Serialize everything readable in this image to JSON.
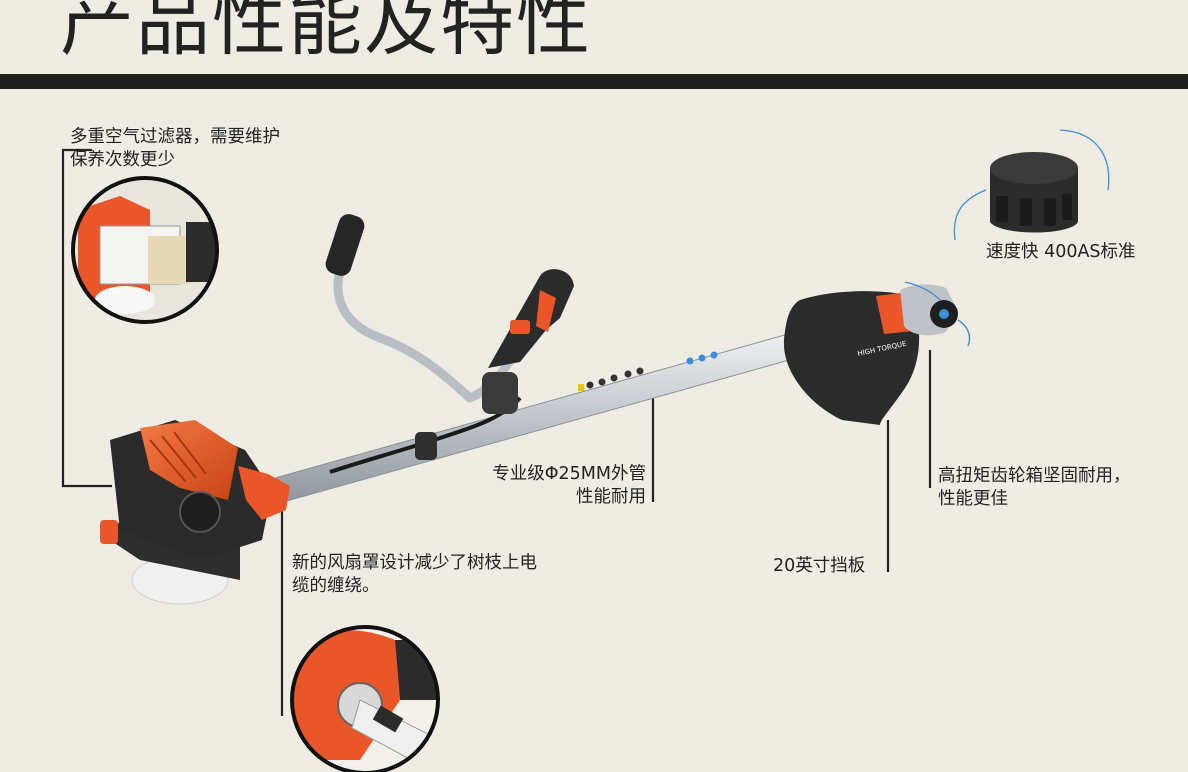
{
  "title": "产品性能及特性",
  "features": {
    "air_filter": {
      "line1": "多重空气过滤器，需要维护",
      "line2": "保养次数更少"
    },
    "head": {
      "text": "速度快 400AS标准"
    },
    "shaft": {
      "line1": "专业级Φ25MM外管",
      "line2": "性能耐用"
    },
    "gearbox": {
      "line1": "高扭矩齿轮箱坚固耐用，",
      "line2": "性能更佳"
    },
    "guard": {
      "text": "20英寸挡板"
    },
    "fan_cover": {
      "line1": "新的风扇罩设计减少了树枝上电",
      "line2": "缆的缠绕。"
    }
  },
  "colors": {
    "background": "#efece3",
    "bar": "#1f1f1f",
    "engine_orange": "#e8562a",
    "shaft_gray": "#c9cdd2",
    "guard_dark": "#2b2b2b",
    "line_blue": "#3a8fd8"
  }
}
